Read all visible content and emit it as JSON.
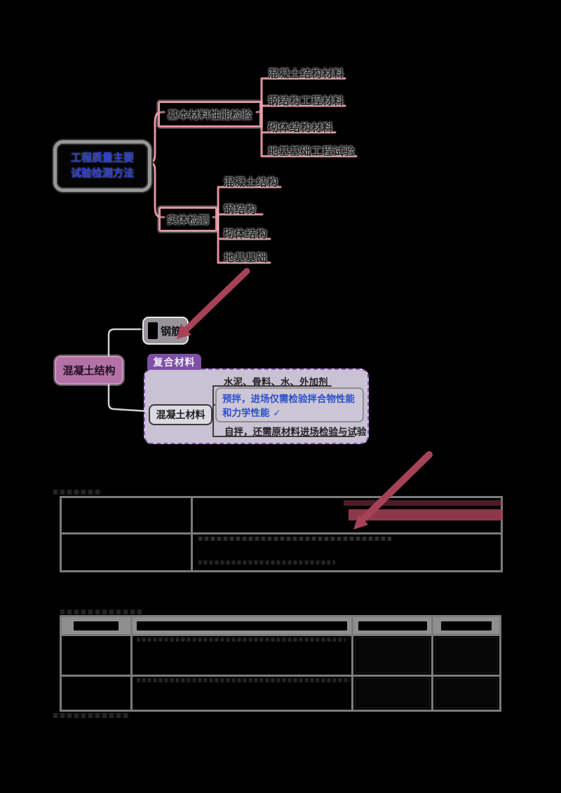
{
  "mindmap1": {
    "root": {
      "line1": "工程质量主要",
      "line2": "试验检测方法"
    },
    "branches": [
      {
        "label": "基本材料性能检验",
        "children": [
          "混凝土结构材料",
          "钢结构工程材料",
          "砌体结构材料",
          "地基基础工程试验"
        ]
      },
      {
        "label": "实体检测",
        "children": [
          "混凝土结构",
          "钢结构",
          "砌体结构",
          "地基基础"
        ]
      }
    ]
  },
  "mindmap2": {
    "root": "混凝土结构",
    "rebar_node": "钢筋",
    "group_label": "复合材料",
    "material_node": "混凝土材料",
    "children": {
      "plain1": "水泥、骨料、水、外加剂",
      "highlight": "预拌，进场仅需检验拌合物性能和力学性能 ✓",
      "plain2": "自拌，还需原材料进场检验与试验"
    }
  },
  "annotations": {
    "arrow_count": 2,
    "arrow_direction": "pointing down-left",
    "highlight_bands_in_table1": 2
  },
  "table1": {
    "rows": [
      [
        "",
        ""
      ],
      [
        "",
        ""
      ]
    ],
    "text_legibility": "redacted"
  },
  "table2": {
    "headers": [
      "",
      "",
      "",
      ""
    ],
    "rows": [
      [
        "",
        "",
        "",
        ""
      ],
      [
        "",
        "",
        "",
        ""
      ]
    ],
    "text_legibility": "redacted"
  },
  "colors": {
    "background": "#000000",
    "branch_pink": "#e2939e",
    "map2_root_purple": "#b272a6",
    "tab_purple": "#7d4fa5",
    "container_lavender": "#c9c2d4",
    "arrow_maroon": "#a64257",
    "root_text_blue": "#2a3ccc",
    "highlight_text_blue": "#2b50c8",
    "table_border_gray": "#7b7b7b",
    "table_header_gray": "#8f8f8f"
  }
}
